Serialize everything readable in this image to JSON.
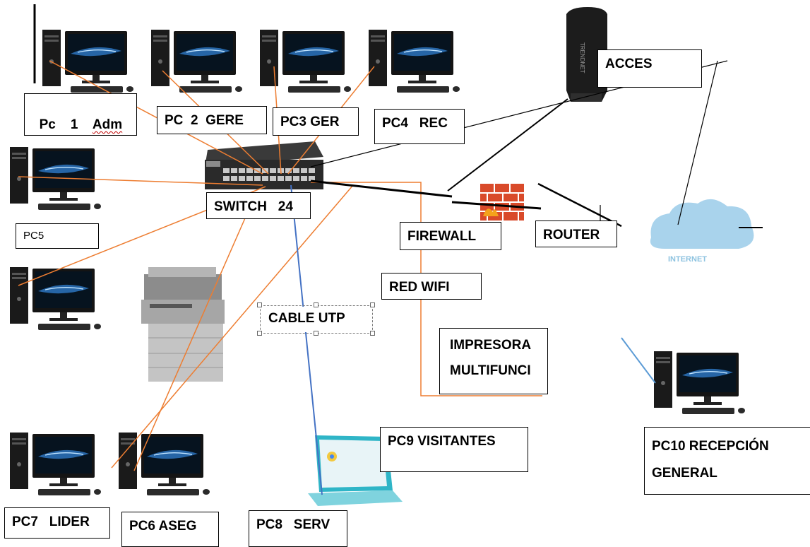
{
  "diagram": {
    "nodes": {
      "pc1": {
        "label_name": "Pc    1    ",
        "label_role": "Adm"
      },
      "pc2": {
        "label": "PC  2  GERE"
      },
      "pc3": {
        "label": "PC3 GER"
      },
      "pc4": {
        "label": "PC4   REC"
      },
      "pc5": {
        "label": "PC5"
      },
      "switch": {
        "label": "SWITCH   24"
      },
      "acces": {
        "label": "ACCES",
        "device_text": "TRENDNET"
      },
      "firewall": {
        "label": "FIREWALL"
      },
      "router": {
        "label": "ROUTER"
      },
      "internet": {
        "label": "INTERNET"
      },
      "red_wifi": {
        "label": "RED WIFI"
      },
      "cable_utp": {
        "label": "CABLE UTP"
      },
      "impresora": {
        "label": "IMPRESORA\nMULTIFUNCI"
      },
      "pc9": {
        "label": "PC9 VISITANTES"
      },
      "pc10": {
        "label": "PC10       RECEPCIÓN\nGENERAL"
      },
      "pc7": {
        "label": "PC7   LIDER"
      },
      "pc6": {
        "label": "PC6 ASEG"
      },
      "pc8": {
        "label": "PC8   SERV"
      }
    },
    "colors": {
      "cable_orange": "#ed7d31",
      "cable_blue": "#4472c4",
      "wireless_blue": "#5b9bd5",
      "cloud": "#a9d3ec",
      "firewall_brick": "#d94a2a",
      "label_text": "#000000"
    }
  }
}
